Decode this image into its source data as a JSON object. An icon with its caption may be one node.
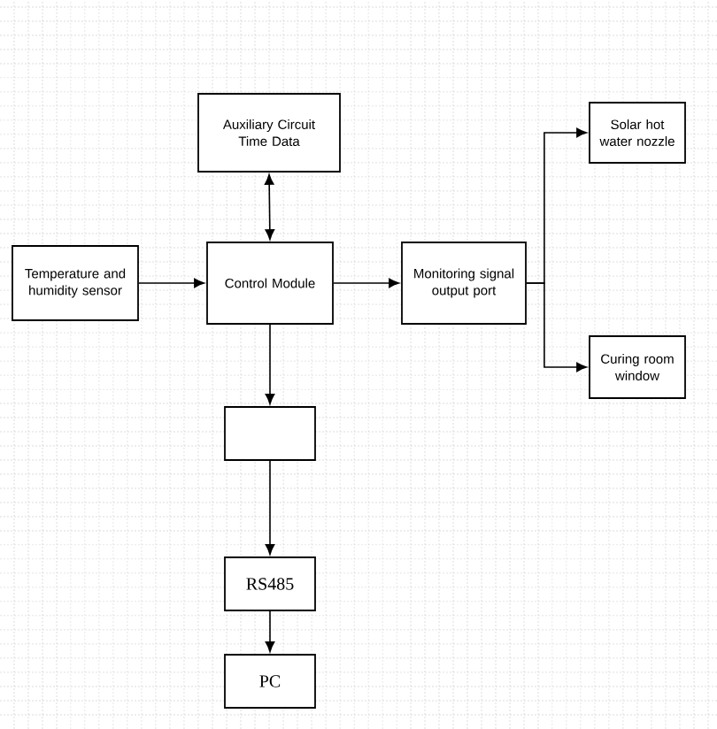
{
  "diagram": {
    "nodes": [
      {
        "text": [
          "Auxiliary Circuit Time Data"
        ]
      },
      {
        "text": [
          "Temperature and humidity sensor"
        ]
      },
      {
        "text": [
          "Control Module"
        ]
      },
      {
        "text": [
          "Monitoring signal output port"
        ]
      },
      {
        "text": [
          "Solar hot water nozzle"
        ]
      },
      {
        "text": [
          "Curing room window"
        ]
      },
      {
        "text": [],
        "shape": "box"
      },
      {
        "text": [
          "RS485"
        ]
      },
      {
        "text": [
          "PC"
        ]
      }
    ],
    "edges": [
      {
        "from": 2,
        "to": 0,
        "arrow": "both"
      },
      {
        "from": 1,
        "to": 2,
        "arrow": "to"
      },
      {
        "from": 2,
        "to": 3,
        "arrow": "to"
      },
      {
        "from": 3,
        "to": 4,
        "arrow": "to"
      },
      {
        "from": 3,
        "to": 5,
        "arrow": "to"
      },
      {
        "from": 2,
        "to": 6,
        "arrow": "to"
      },
      {
        "from": 6,
        "to": 7,
        "arrow": "to"
      },
      {
        "from": 7,
        "to": 8,
        "arrow": "to"
      }
    ]
  }
}
